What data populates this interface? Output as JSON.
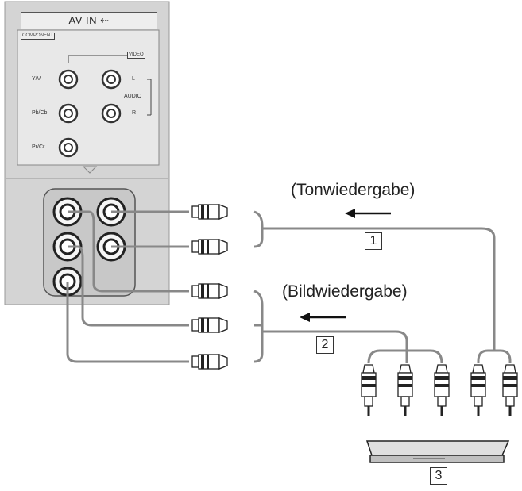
{
  "panel": {
    "title": "AV IN",
    "component_tag": "COMPONENT",
    "video_tag": "VIDEO",
    "jack_labels": {
      "y": "Y/V",
      "pb": "Pb/Cb",
      "pr": "Pr/Cr",
      "l": "L",
      "audio": "AUDIO",
      "r": "R"
    }
  },
  "annotations": {
    "sound": "(Tonwiedergabe)",
    "picture": "(Bildwiedergabe)"
  },
  "callouts": {
    "audio_cable": "1",
    "video_cable": "2",
    "player": "3"
  }
}
